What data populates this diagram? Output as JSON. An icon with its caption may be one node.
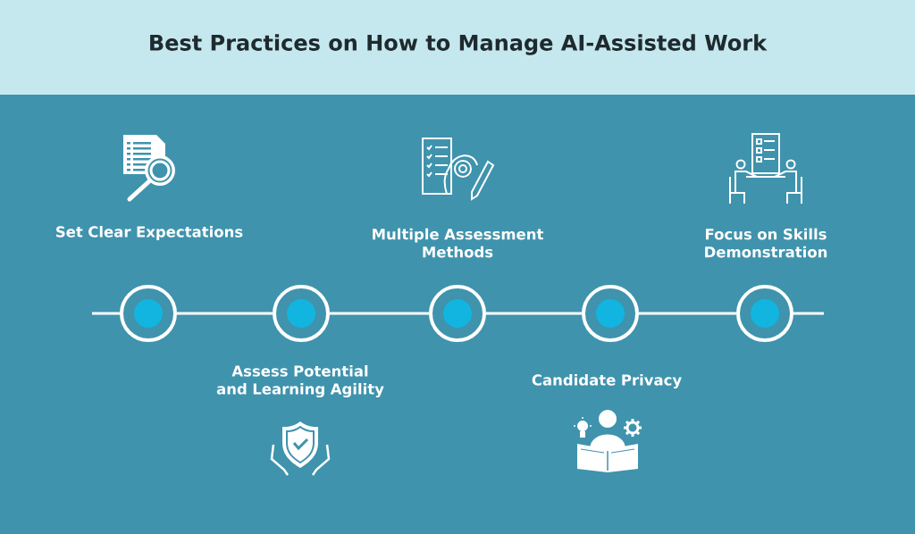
{
  "diagram": {
    "title": "Best Practices on How to Manage AI-Assisted Work",
    "nodes": [
      {
        "text": [],
        "shape": "circle"
      },
      {
        "text": [],
        "shape": "circle"
      },
      {
        "text": [],
        "shape": "circle"
      },
      {
        "text": [],
        "shape": "circle"
      },
      {
        "text": [],
        "shape": "circle"
      }
    ],
    "edges": [
      {
        "from": null,
        "to": 0,
        "arrow": "none"
      },
      {
        "from": 0,
        "to": 1,
        "arrow": "none"
      },
      {
        "from": 1,
        "to": 2,
        "arrow": "none"
      },
      {
        "from": 2,
        "to": 3,
        "arrow": "none"
      },
      {
        "from": 3,
        "to": 4,
        "arrow": "none"
      },
      {
        "from": 4,
        "to": null,
        "arrow": "none"
      }
    ],
    "labels": [
      "Set Clear Expectations",
      "Multiple Assessment Methods",
      "Focus on Skills Demonstration",
      "Assess Potential and Learning Agility",
      "Candidate Privacy"
    ]
  }
}
